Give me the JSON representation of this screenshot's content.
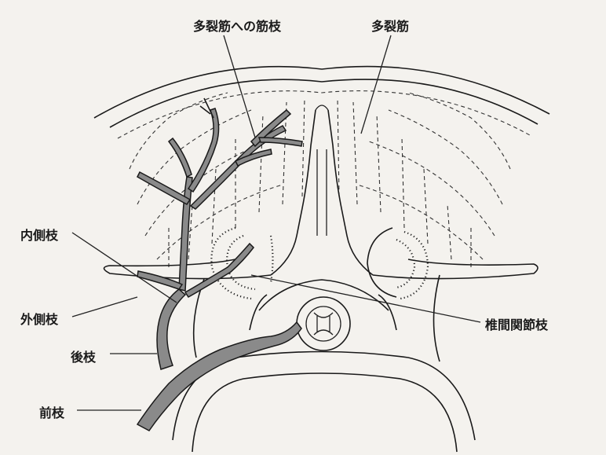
{
  "labels": {
    "multifidus_branch": "多裂筋への筋枝",
    "multifidus": "多裂筋",
    "medial_branch": "内側枝",
    "lateral_branch": "外側枝",
    "dorsal_ramus": "後枝",
    "ventral_ramus": "前枝",
    "facet_joint_branch": "椎間関節枝"
  },
  "colors": {
    "background": "#f4f2ee",
    "line": "#1a1a1a",
    "nerve_fill": "#8a8a8a"
  }
}
